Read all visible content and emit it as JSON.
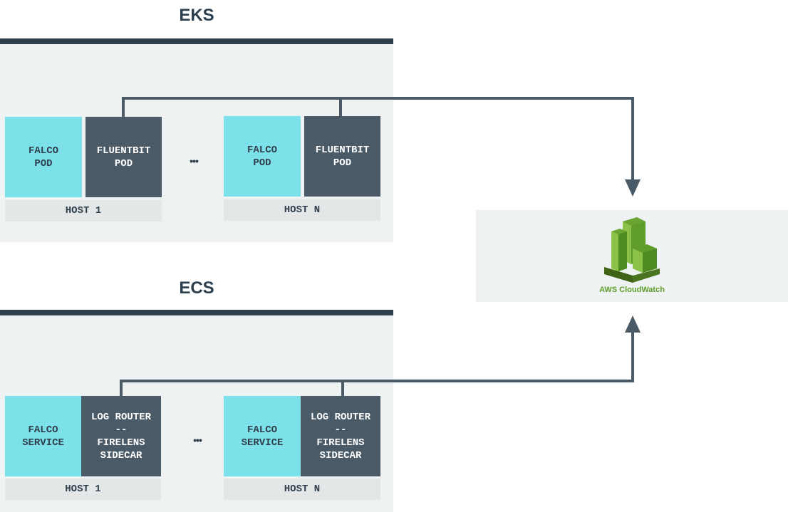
{
  "eks": {
    "title": "EKS",
    "hosts": [
      {
        "left": "FALCO\nPOD",
        "right": "FLUENTBIT\nPOD",
        "label": "HOST 1"
      },
      {
        "left": "FALCO\nPOD",
        "right": "FLUENTBIT\nPOD",
        "label": "HOST N"
      }
    ],
    "ellipsis": "•••"
  },
  "ecs": {
    "title": "ECS",
    "hosts": [
      {
        "left": "FALCO\nSERVICE",
        "right": "LOG ROUTER\n--\nFIRELENS\nSIDECAR",
        "label": "HOST 1"
      },
      {
        "left": "FALCO\nSERVICE",
        "right": "LOG ROUTER\n--\nFIRELENS\nSIDECAR",
        "label": "HOST N"
      }
    ],
    "ellipsis": "•••"
  },
  "cloudwatch": {
    "label": "AWS CloudWatch",
    "icon": "cloudwatch-icon"
  },
  "colors": {
    "cyan": "#7de1e9",
    "dark_box": "#4a5a66",
    "bar": "#2f3f4c",
    "panel": "#eff2f2",
    "host_label_bg": "#e3e7e7",
    "arrow": "#4a5a66",
    "cloudwatch_green": "#5f9d2a"
  }
}
